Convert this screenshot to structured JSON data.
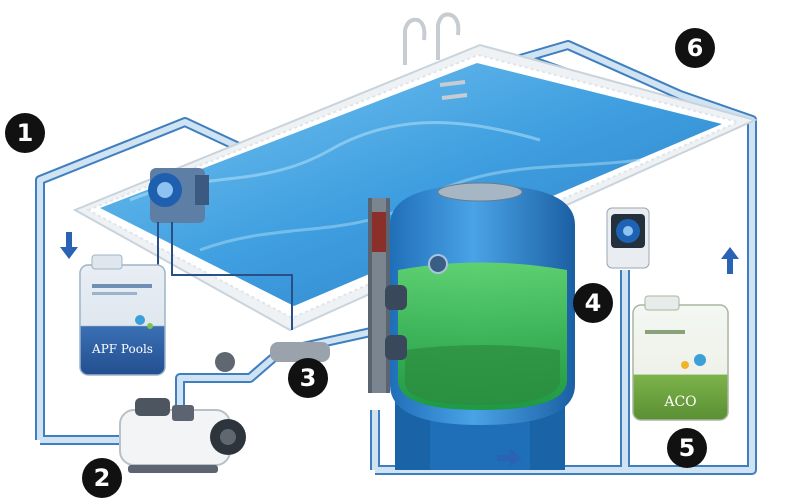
{
  "markers": [
    "1",
    "2",
    "3",
    "4",
    "5",
    "6"
  ],
  "containers": {
    "left": {
      "brand": "APF Pools"
    },
    "right": {
      "brand": "ACO"
    }
  },
  "colors": {
    "pipe": "#b9d6ec",
    "pipe_edge": "#3f7fbf",
    "water": "#3f9fe0",
    "tank": "#2f86d3",
    "glass": "#22a845",
    "arrow": "#2a63b4"
  },
  "icons": [
    "arrow-down-icon",
    "arrow-up-icon",
    "arrow-right-icon"
  ]
}
